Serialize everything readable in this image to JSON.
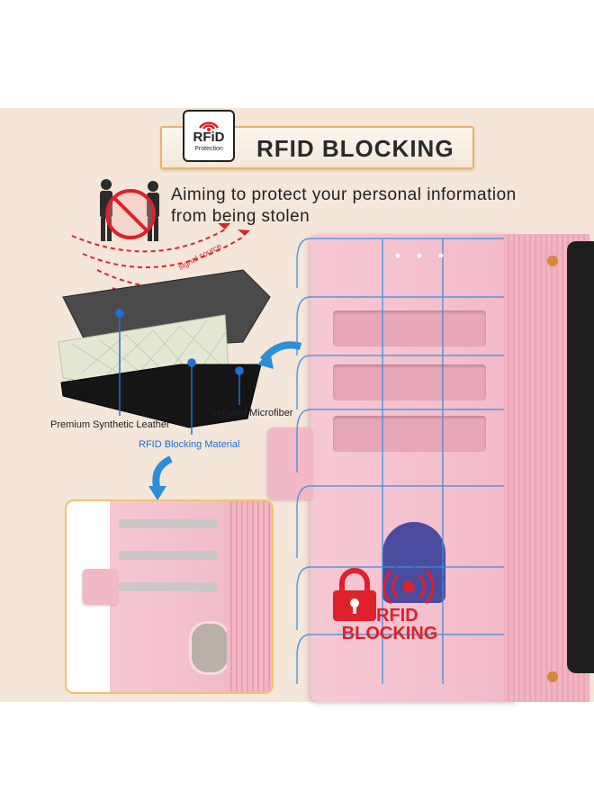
{
  "banner": {
    "title": "RFID BLOCKING",
    "logo_text": "RFiD",
    "logo_subtext": "Protection"
  },
  "tagline": {
    "line1": "Aiming to protect your personal information",
    "line2": "from being stolen"
  },
  "signal_labels": [
    "signal source",
    "signal source"
  ],
  "layers": {
    "leather_label": "Premium Synthetic Leather",
    "microfiber_label": "Imitated Microfiber",
    "blocking_label": "RFID Blocking Material"
  },
  "badge": {
    "line1": "RFID",
    "line2": "BLOCKING",
    "icon": "padlock-icon"
  },
  "colors": {
    "accent_red": "#e0202a",
    "accent_blue": "#1f6fd6",
    "banner_border": "#e7b36e",
    "wallet_pink": "#f3b9c8",
    "panel_bg": "#f4e6d8"
  }
}
